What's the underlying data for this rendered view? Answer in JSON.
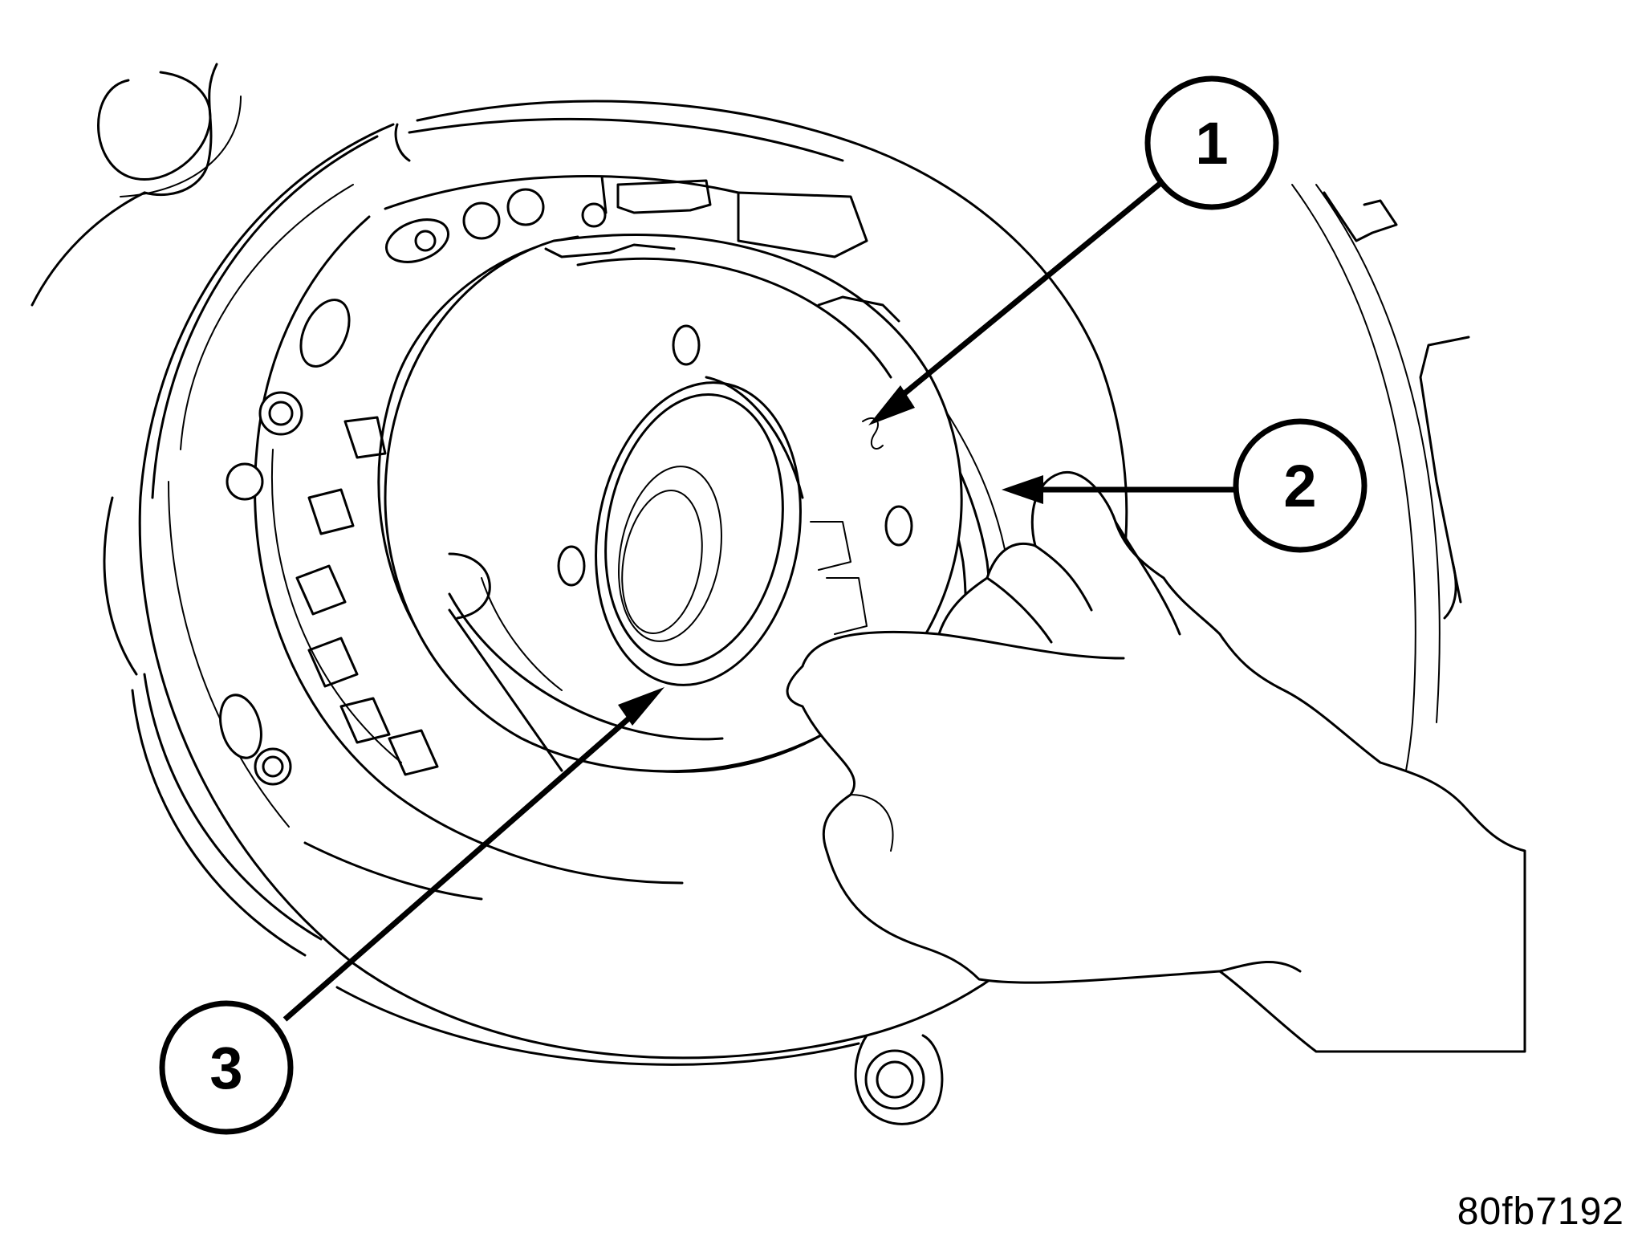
{
  "figure": {
    "figure_id": "80fb7192",
    "callouts": [
      {
        "number": "1"
      },
      {
        "number": "2"
      },
      {
        "number": "3"
      }
    ]
  }
}
